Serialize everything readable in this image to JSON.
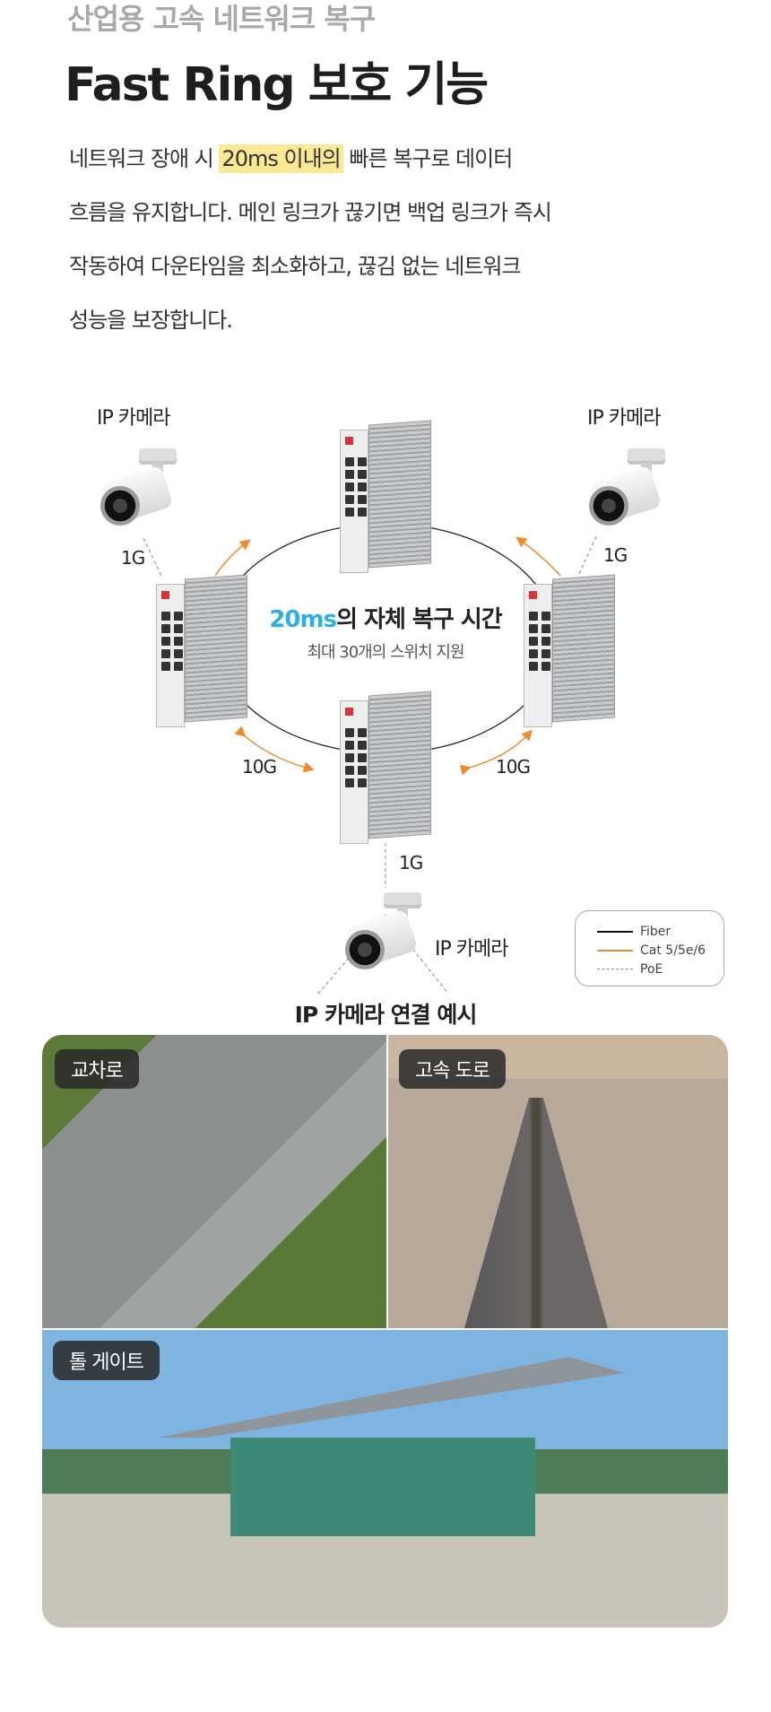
{
  "header": {
    "subtitle": "산업용 고속 네트워크 복구",
    "title": "Fast Ring 보호 기능"
  },
  "description": {
    "line1_pre": "네트워크 장애 시 ",
    "line1_highlight": "20ms 이내의",
    "line1_post": " 빠른 복구로 데이터",
    "line2": "흐름을 유지합니다. 메인 링크가 끊기면 백업 링크가 즉시",
    "line3": "작동하여 다운타임을 최소화하고, 끊김 없는 네트워크",
    "line4": "성능을 보장합니다."
  },
  "diagram": {
    "camera_label": "IP 카메라",
    "center_highlight": "20ms",
    "center_title": "의 자체 복구 시간",
    "center_sub": "최대 30개의 스위치 지원",
    "link_1g": "1G",
    "link_10g": "10G",
    "colors": {
      "accent": "#2bb0e6",
      "orange": "#f08a2c",
      "highlight": "#fbe894"
    }
  },
  "legend": {
    "items": [
      {
        "label": "Fiber",
        "color": "#111111",
        "style": "solid"
      },
      {
        "label": "Cat 5/5e/6",
        "color": "#f08a2c",
        "style": "solid"
      },
      {
        "label": "PoE",
        "color": "#888888",
        "style": "dashed"
      }
    ]
  },
  "examples": {
    "heading": "IP 카메라 연결 예시",
    "items": [
      {
        "label": "교차로"
      },
      {
        "label": "고속 도로"
      },
      {
        "label": "톨 게이트"
      }
    ]
  }
}
